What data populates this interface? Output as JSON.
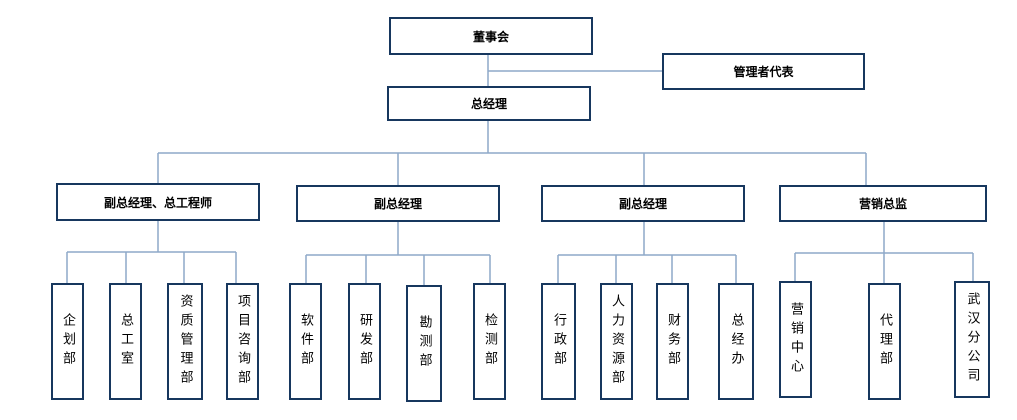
{
  "org": {
    "board": "董事会",
    "mgmt_rep": "管理者代表",
    "gm": "总经理",
    "divisions": [
      {
        "title": "副总经理、总工程师",
        "depts": [
          "企划部",
          "总工室",
          "资质管理部",
          "项目咨询部"
        ]
      },
      {
        "title": "副总经理",
        "depts": [
          "软件部",
          "研发部",
          "勘测部",
          "检测部"
        ]
      },
      {
        "title": "副总经理",
        "depts": [
          "行政部",
          "人力资源部",
          "财务部",
          "总经办"
        ]
      },
      {
        "title": "营销总监",
        "depts": [
          "营销中心",
          "代理部",
          "武汉分公司"
        ]
      }
    ]
  }
}
